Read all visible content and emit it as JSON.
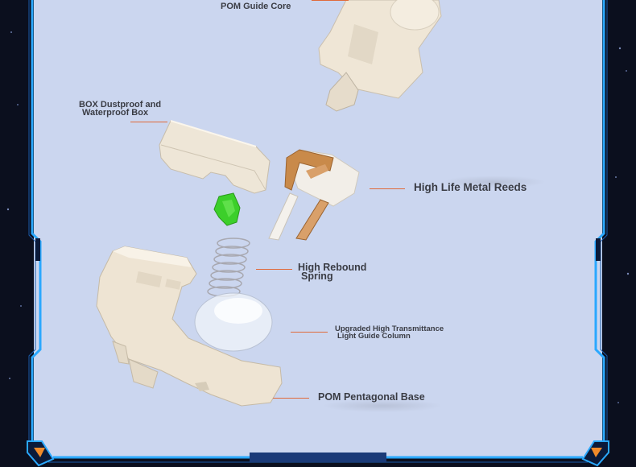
{
  "labels": {
    "guide_core": "POM Guide Core",
    "dustproof_line1": "BOX Dustproof and",
    "dustproof_line2": "Waterproof Box",
    "metal_reeds": "High Life Metal Reeds",
    "spring_line1": "High Rebound",
    "spring_line2": "Spring",
    "light_guide_line1": "Upgraded High Transmittance",
    "light_guide_line2": "Light Guide Column",
    "base": "POM Pentagonal Base"
  },
  "colors": {
    "panel_bg": "#cbd6ef",
    "frame_blue": "#2aa8ff",
    "leader_orange": "#e06a3a",
    "corner_orange": "#f08a2a",
    "switch_ivory": "#efe6d6",
    "stem_green": "#3ccf2a",
    "metal_gold": "#c98a4a"
  }
}
